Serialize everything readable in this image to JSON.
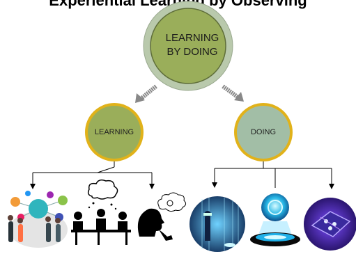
{
  "header": {
    "title": "Experiential Learning by Observing"
  },
  "root": {
    "label": "LEARNING BY DOING"
  },
  "branches": [
    {
      "label": "LEARNING"
    },
    {
      "label": "DOING"
    }
  ],
  "icons": [
    "people-network-icon",
    "meeting-table-icon",
    "thinking-person-icon",
    "vr-headset-icon",
    "hologram-sphere-icon",
    "digital-pool-icon"
  ]
}
